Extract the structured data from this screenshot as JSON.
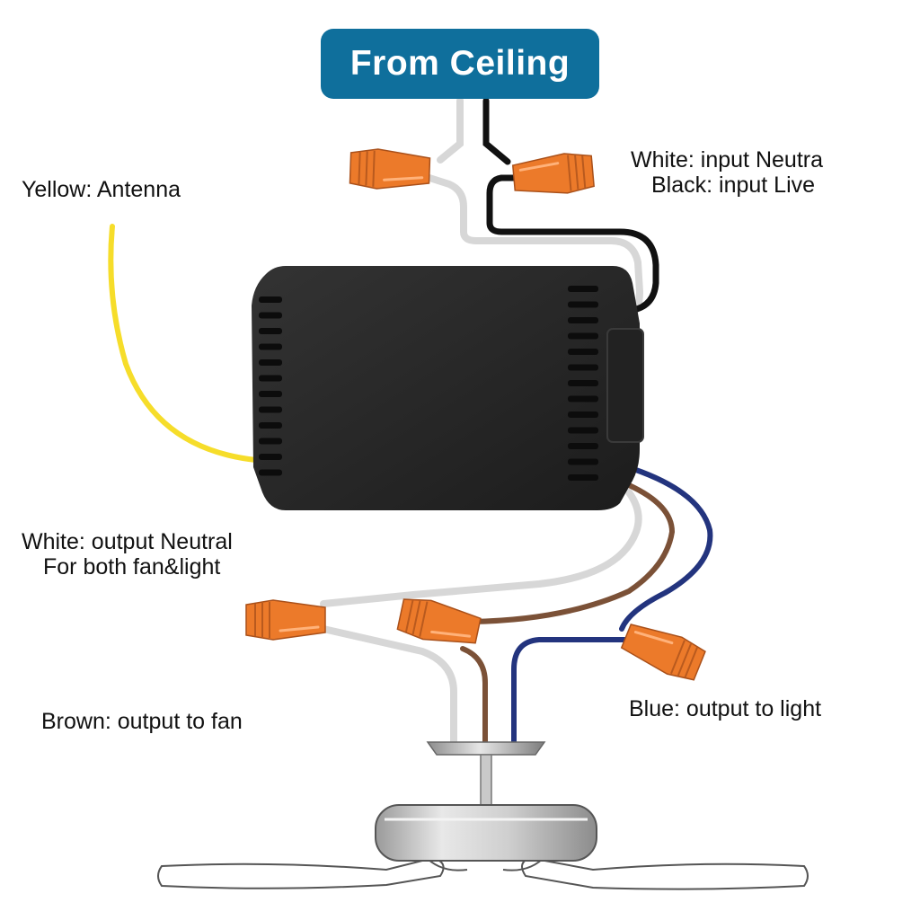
{
  "header": {
    "title": "From Ceiling"
  },
  "labels": {
    "input_neutral": "White: input Neutra",
    "input_live": "Black: input Live",
    "antenna": "Yellow: Antenna",
    "output_neutral": "White: output Neutral",
    "output_neutral_note": "For both fan&light",
    "output_fan": "Brown: output to fan",
    "output_light": "Blue: output to light"
  },
  "colors": {
    "header_bg": "#0f6f9c",
    "wire_white": "#d7d7d7",
    "wire_black": "#111111",
    "wire_yellow": "#f6dd2a",
    "wire_brown": "#7b5137",
    "wire_blue": "#23347e",
    "connector_orange": "#ec7a2a",
    "receiver_body": "#2a2a2a"
  },
  "components": {
    "receiver": "remote-receiver-module",
    "connectors": [
      "wire-nut-input-neutral",
      "wire-nut-input-live",
      "wire-nut-output-neutral",
      "wire-nut-output-fan",
      "wire-nut-output-light"
    ],
    "fan": "ceiling-fan-motor"
  }
}
